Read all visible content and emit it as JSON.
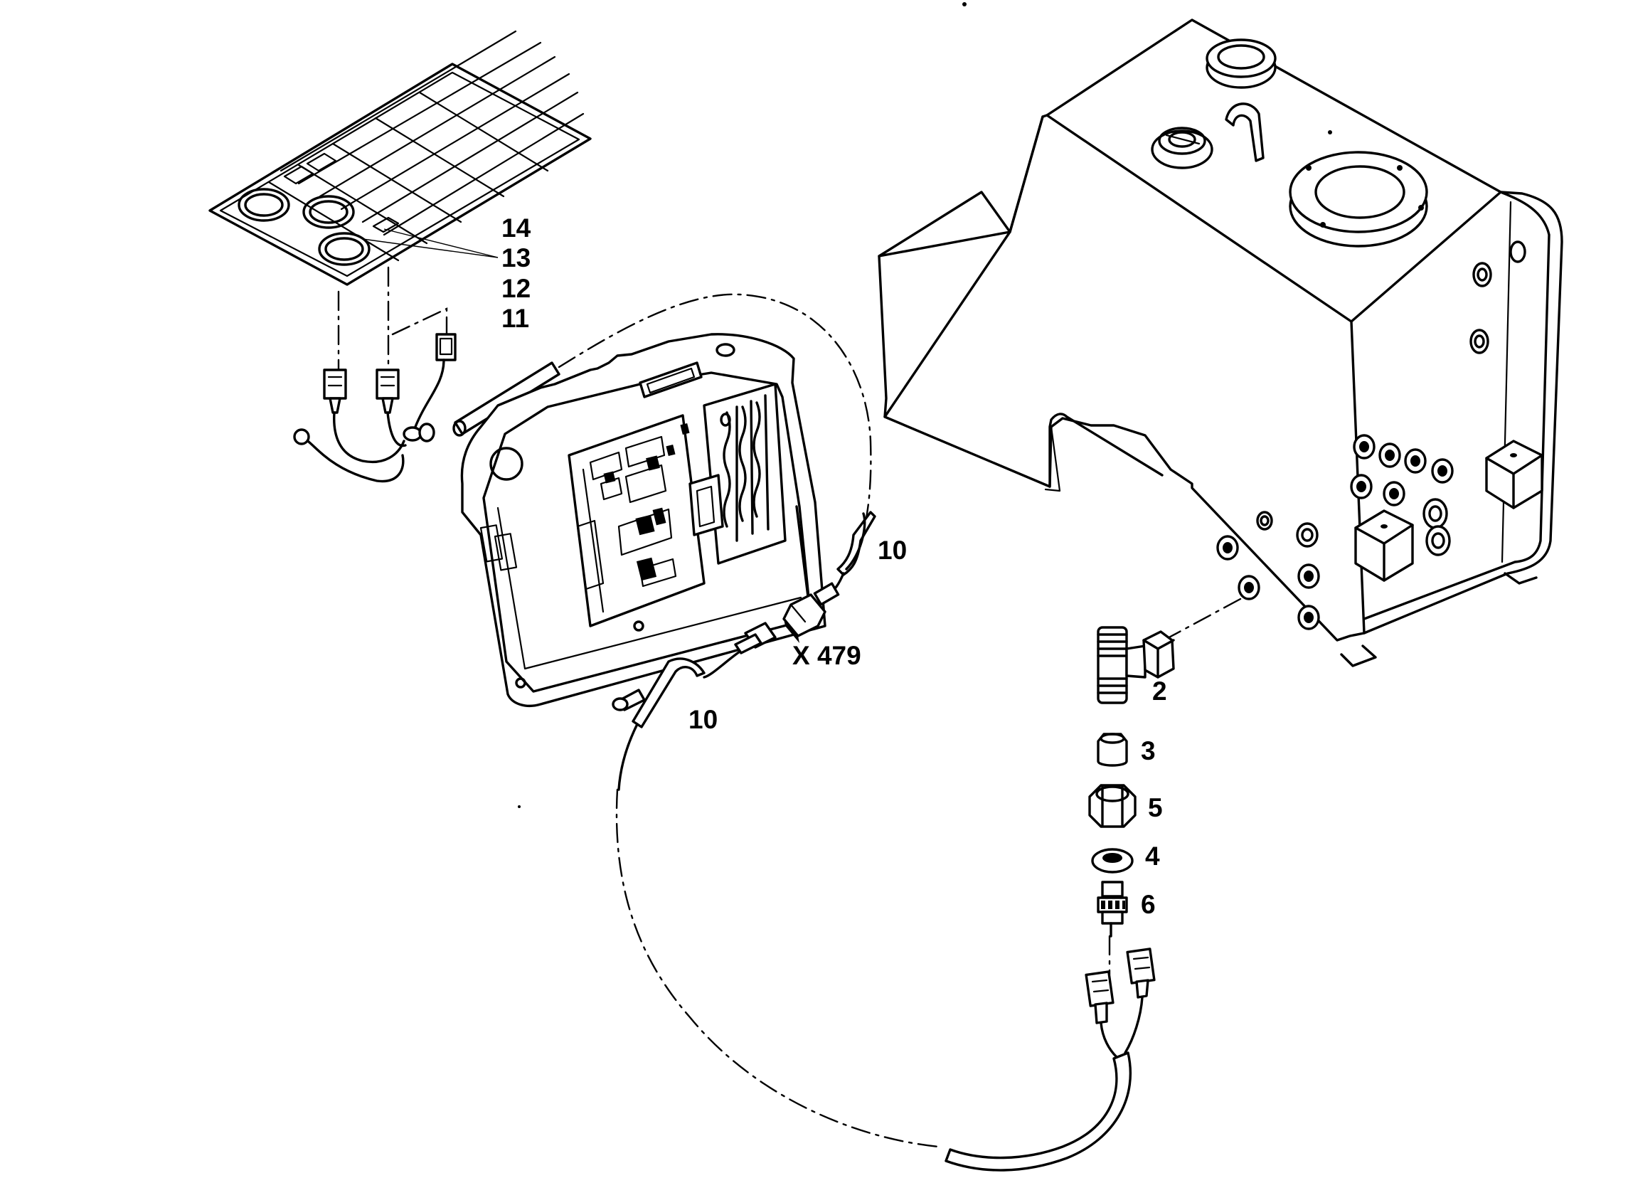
{
  "diagram": {
    "callouts": {
      "c14": "14",
      "c13": "13",
      "c12": "12",
      "c11": "11",
      "c10_upper": "10",
      "c10_lower": "10",
      "connector": "X 479",
      "c2": "2",
      "c3": "3",
      "c5": "5",
      "c4": "4",
      "c6": "6"
    },
    "parts": [
      "instrument-panel-decal",
      "wiring-harness-upper",
      "electronic-control-box",
      "tank-housing",
      "tee-fitting",
      "sleeve",
      "nut",
      "washer",
      "pressure-switch",
      "wiring-harness-lower"
    ],
    "colors": {
      "line": "#000000",
      "background": "#ffffff"
    }
  }
}
